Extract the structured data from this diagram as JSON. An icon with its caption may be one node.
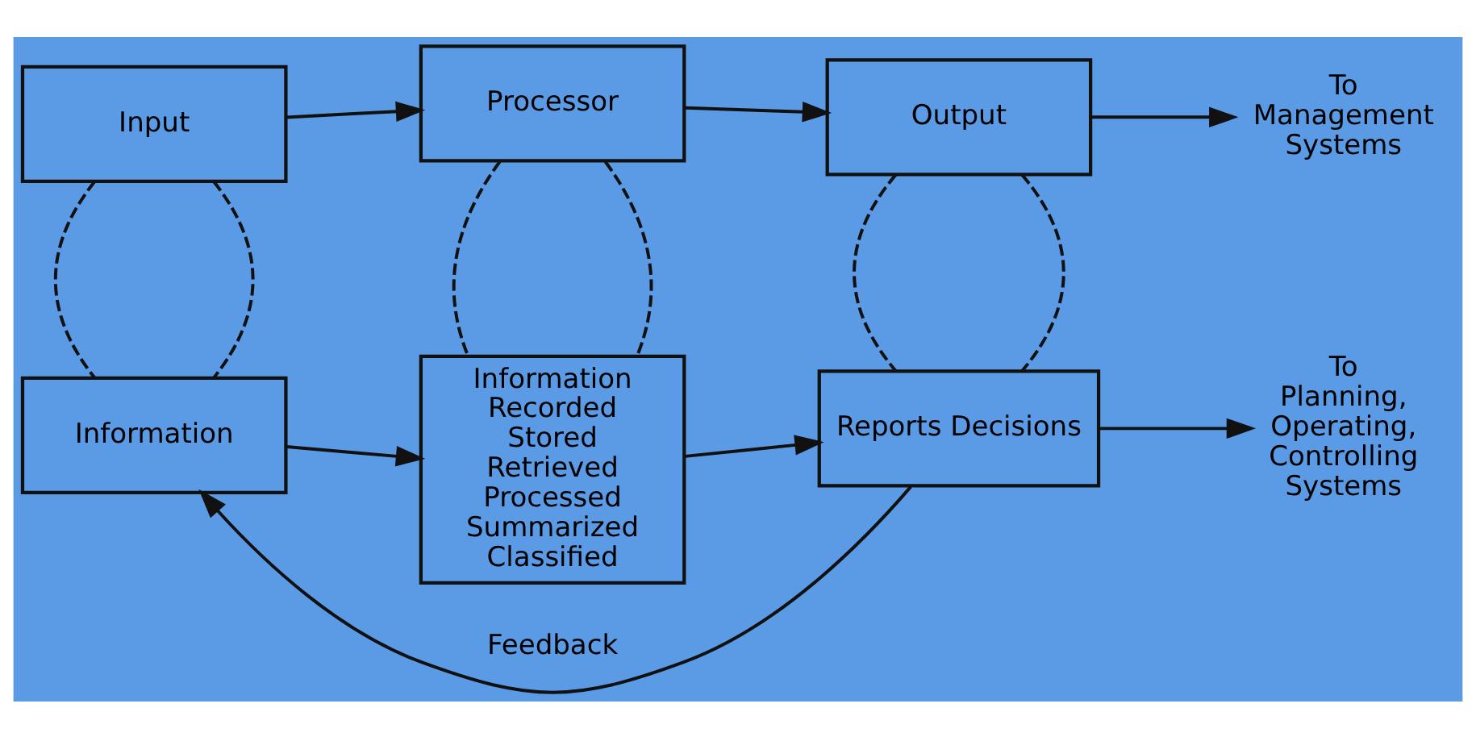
{
  "diagram": {
    "nodes": [
      {
        "text": [
          "Input"
        ]
      },
      {
        "text": [
          "Processor"
        ]
      },
      {
        "text": [
          "Output"
        ]
      },
      {
        "text": [
          "To Management Systems"
        ]
      },
      {
        "text": [
          "Information"
        ]
      },
      {
        "text": [
          "Information",
          "Recorded",
          "Stored",
          "Retrieved",
          "Processed",
          "Summarized",
          "Classified"
        ]
      },
      {
        "text": [
          "Reports Decisions"
        ]
      },
      {
        "text": [
          "To Planning, Operating, Controlling Systems"
        ]
      }
    ],
    "edges": [
      {
        "from": 0,
        "to": 1,
        "arrow": "to"
      },
      {
        "from": 1,
        "to": 2,
        "arrow": "to"
      },
      {
        "from": 2,
        "to": 3,
        "arrow": "to"
      },
      {
        "from": 0,
        "to": 4,
        "arrow": "none",
        "style": "dashed"
      },
      {
        "from": 0,
        "to": 4,
        "arrow": "none",
        "style": "dashed"
      },
      {
        "from": 1,
        "to": 5,
        "arrow": "none",
        "style": "dashed"
      },
      {
        "from": 1,
        "to": 5,
        "arrow": "none",
        "style": "dashed"
      },
      {
        "from": 2,
        "to": 6,
        "arrow": "none",
        "style": "dashed"
      },
      {
        "from": 2,
        "to": 6,
        "arrow": "none",
        "style": "dashed"
      },
      {
        "from": 4,
        "to": 5,
        "arrow": "to"
      },
      {
        "from": 5,
        "to": 6,
        "arrow": "to"
      },
      {
        "from": 6,
        "to": 7,
        "arrow": "to"
      },
      {
        "from": 6,
        "to": 4,
        "arrow": "to",
        "label": "Feedback"
      }
    ]
  }
}
